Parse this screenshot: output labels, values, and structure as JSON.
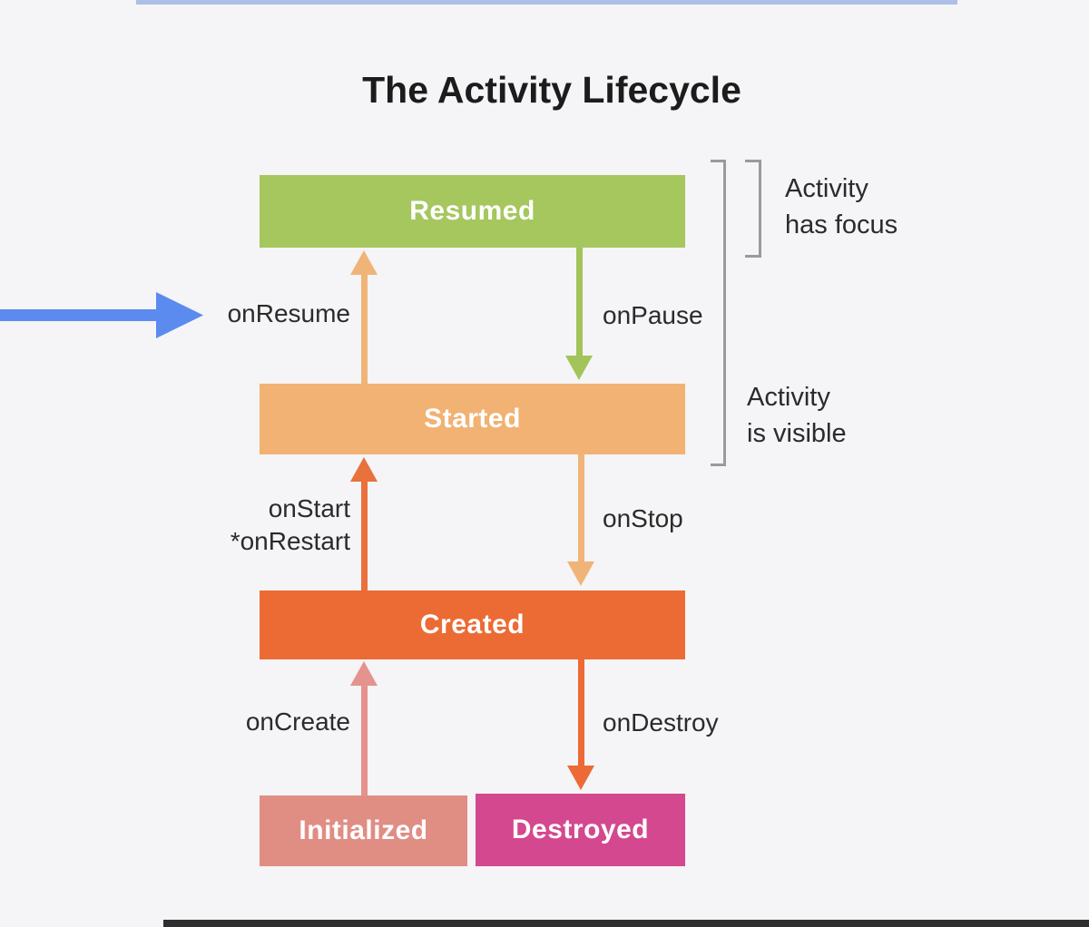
{
  "page": {
    "title": "The Activity Lifecycle",
    "background_color": "#f5f4f6",
    "top_rule_color": "#adbfe7",
    "bottom_rule_color": "#2e2e2e",
    "bracket_color": "#9a9a9a",
    "text_color": "#2b2b2b"
  },
  "diagram": {
    "states": [
      {
        "id": "resumed",
        "label": "Resumed",
        "color": "#a5c75e"
      },
      {
        "id": "started",
        "label": "Started",
        "color": "#f1b273"
      },
      {
        "id": "created",
        "label": "Created",
        "color": "#ec6b35"
      },
      {
        "id": "initialized",
        "label": "Initialized",
        "color": "#e08d84"
      },
      {
        "id": "destroyed",
        "label": "Destroyed",
        "color": "#d4488f"
      }
    ],
    "transitions": [
      {
        "id": "on-resume",
        "label": "onResume",
        "direction": "up",
        "from": "Started",
        "to": "Resumed",
        "color": "#f0b478"
      },
      {
        "id": "on-pause",
        "label": "onPause",
        "direction": "down",
        "from": "Resumed",
        "to": "Started",
        "color": "#a2c45a"
      },
      {
        "id": "on-start",
        "label": "onStart",
        "label2": "*onRestart",
        "direction": "up",
        "from": "Created",
        "to": "Started",
        "color": "#e8713c"
      },
      {
        "id": "on-stop",
        "label": "onStop",
        "direction": "down",
        "from": "Started",
        "to": "Created",
        "color": "#f0b478"
      },
      {
        "id": "on-create",
        "label": "onCreate",
        "direction": "up",
        "from": "Initialized",
        "to": "Created",
        "color": "#e4938e"
      },
      {
        "id": "on-destroy",
        "label": "onDestroy",
        "direction": "down",
        "from": "Created",
        "to": "Destroyed",
        "color": "#ec6a35"
      }
    ],
    "annotations": [
      {
        "id": "has-focus",
        "line1": "Activity",
        "line2": "has focus"
      },
      {
        "id": "is-visible",
        "line1": "Activity",
        "line2": "is visible"
      }
    ],
    "pointer": {
      "color": "#5b8bee"
    }
  }
}
